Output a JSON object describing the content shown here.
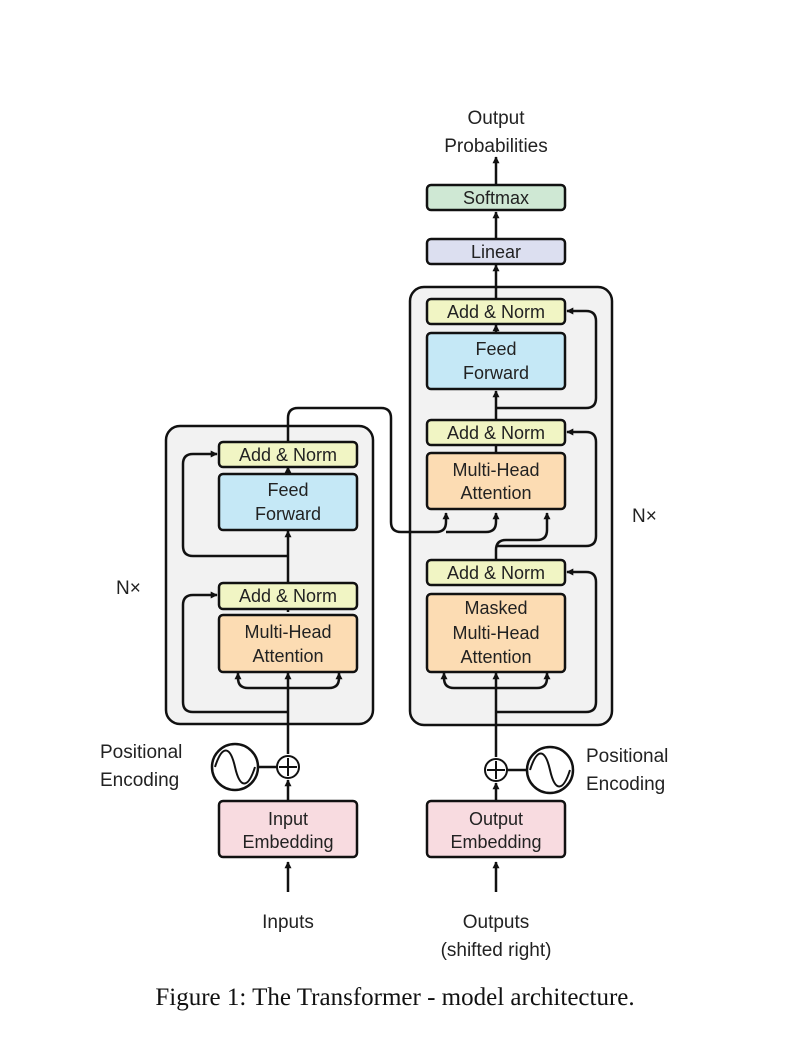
{
  "labels": {
    "output_probabilities": [
      "Output",
      "Probabilities"
    ],
    "inputs": "Inputs",
    "outputs_shifted": [
      "Outputs",
      "(shifted right)"
    ],
    "positional_encoding_left": [
      "Positional",
      "Encoding"
    ],
    "positional_encoding_right": [
      "Positional",
      "Encoding"
    ],
    "nx_left": "N×",
    "nx_right": "N×"
  },
  "encoder": {
    "input_embedding": [
      "Input",
      "Embedding"
    ],
    "multi_head_attention": [
      "Multi-Head",
      "Attention"
    ],
    "add_norm_1": "Add & Norm",
    "feed_forward": [
      "Feed",
      "Forward"
    ],
    "add_norm_2": "Add & Norm"
  },
  "decoder": {
    "output_embedding": [
      "Output",
      "Embedding"
    ],
    "masked_multi_head_attention": [
      "Masked",
      "Multi-Head",
      "Attention"
    ],
    "add_norm_1": "Add & Norm",
    "multi_head_attention": [
      "Multi-Head",
      "Attention"
    ],
    "add_norm_2": "Add & Norm",
    "feed_forward": [
      "Feed",
      "Forward"
    ],
    "add_norm_3": "Add & Norm",
    "linear": "Linear",
    "softmax": "Softmax"
  },
  "caption": "Figure 1: The Transformer - model architecture.",
  "colors": {
    "add_norm": "#f1f5c4",
    "feed_forward": "#c5e8f6",
    "attention": "#fcdcb3",
    "embedding": "#f8dbe0",
    "linear": "#dcdff0",
    "softmax": "#cfe8d4",
    "stack_background": "#f2f2f2"
  }
}
